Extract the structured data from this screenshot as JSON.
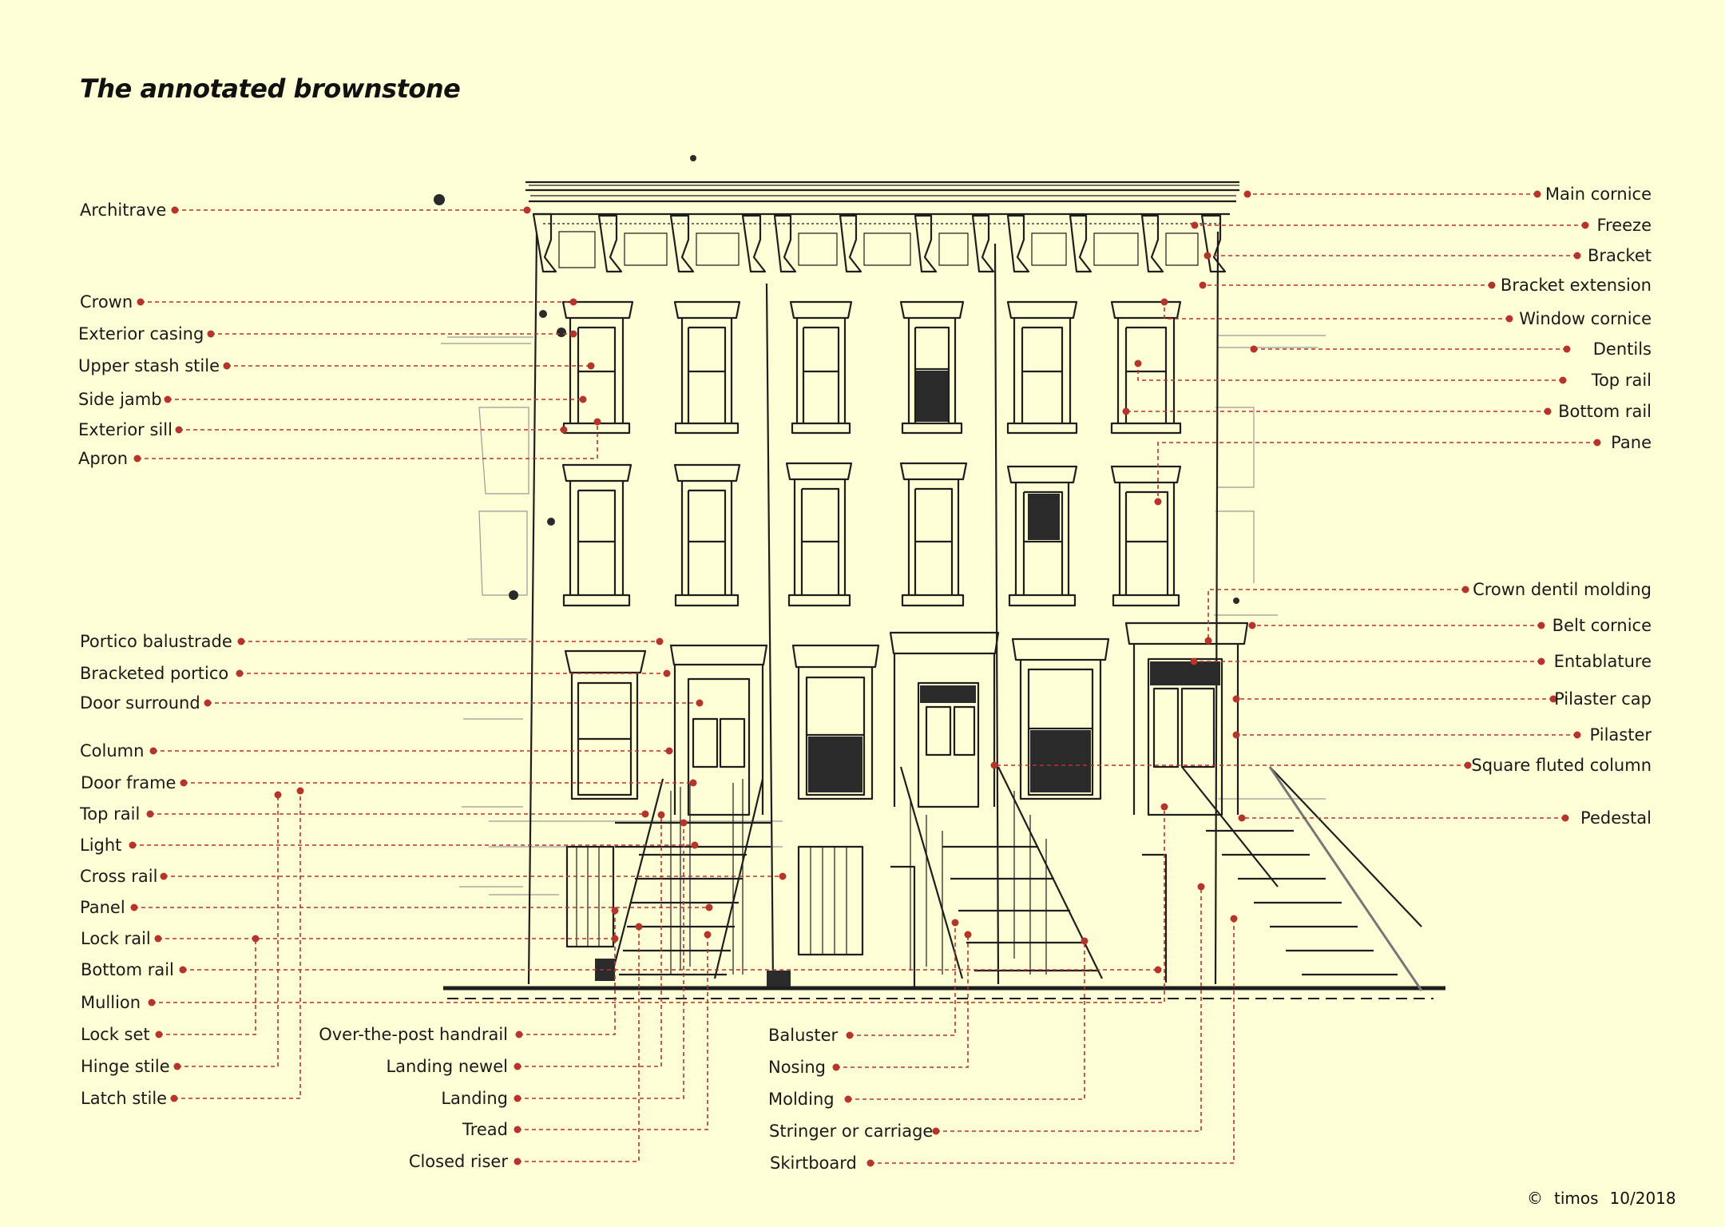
{
  "title": "The annotated brownstone",
  "credit": {
    "symbol": "©",
    "author": "timos",
    "date": "10/2018"
  },
  "colors": {
    "background": "#fefed6",
    "leader": "#b5342c",
    "ink": "#1e1e1e"
  },
  "labels": {
    "left": [
      "Architrave",
      "Crown",
      "Exterior casing",
      "Upper stash  stile",
      "Side jamb",
      "Exterior sill",
      "Apron",
      "Portico balustrade",
      "Bracketed portico",
      "Door surround",
      "Column",
      "Door frame",
      "Top rail",
      "Light",
      "Cross rail",
      "Panel",
      "Lock rail",
      "Bottom rail",
      "Mullion",
      "Lock set",
      "Hinge stile",
      "Latch stile"
    ],
    "right": [
      "Main cornice",
      "Freeze",
      "Bracket",
      "Bracket extension",
      "Window cornice",
      "Dentils",
      "Top rail",
      "Bottom rail",
      "Pane",
      "Crown dentil molding",
      "Belt cornice",
      "Entablature",
      "Pilaster cap",
      "Pilaster",
      "Square fluted column",
      "Pedestal"
    ],
    "bottom_left": [
      "Over-the-post handrail",
      "Landing newel",
      "Landing",
      "Tread",
      "Closed riser"
    ],
    "bottom_right": [
      "Baluster",
      "Nosing",
      "Molding",
      "Stringer or carriage",
      "Skirtboard"
    ]
  }
}
